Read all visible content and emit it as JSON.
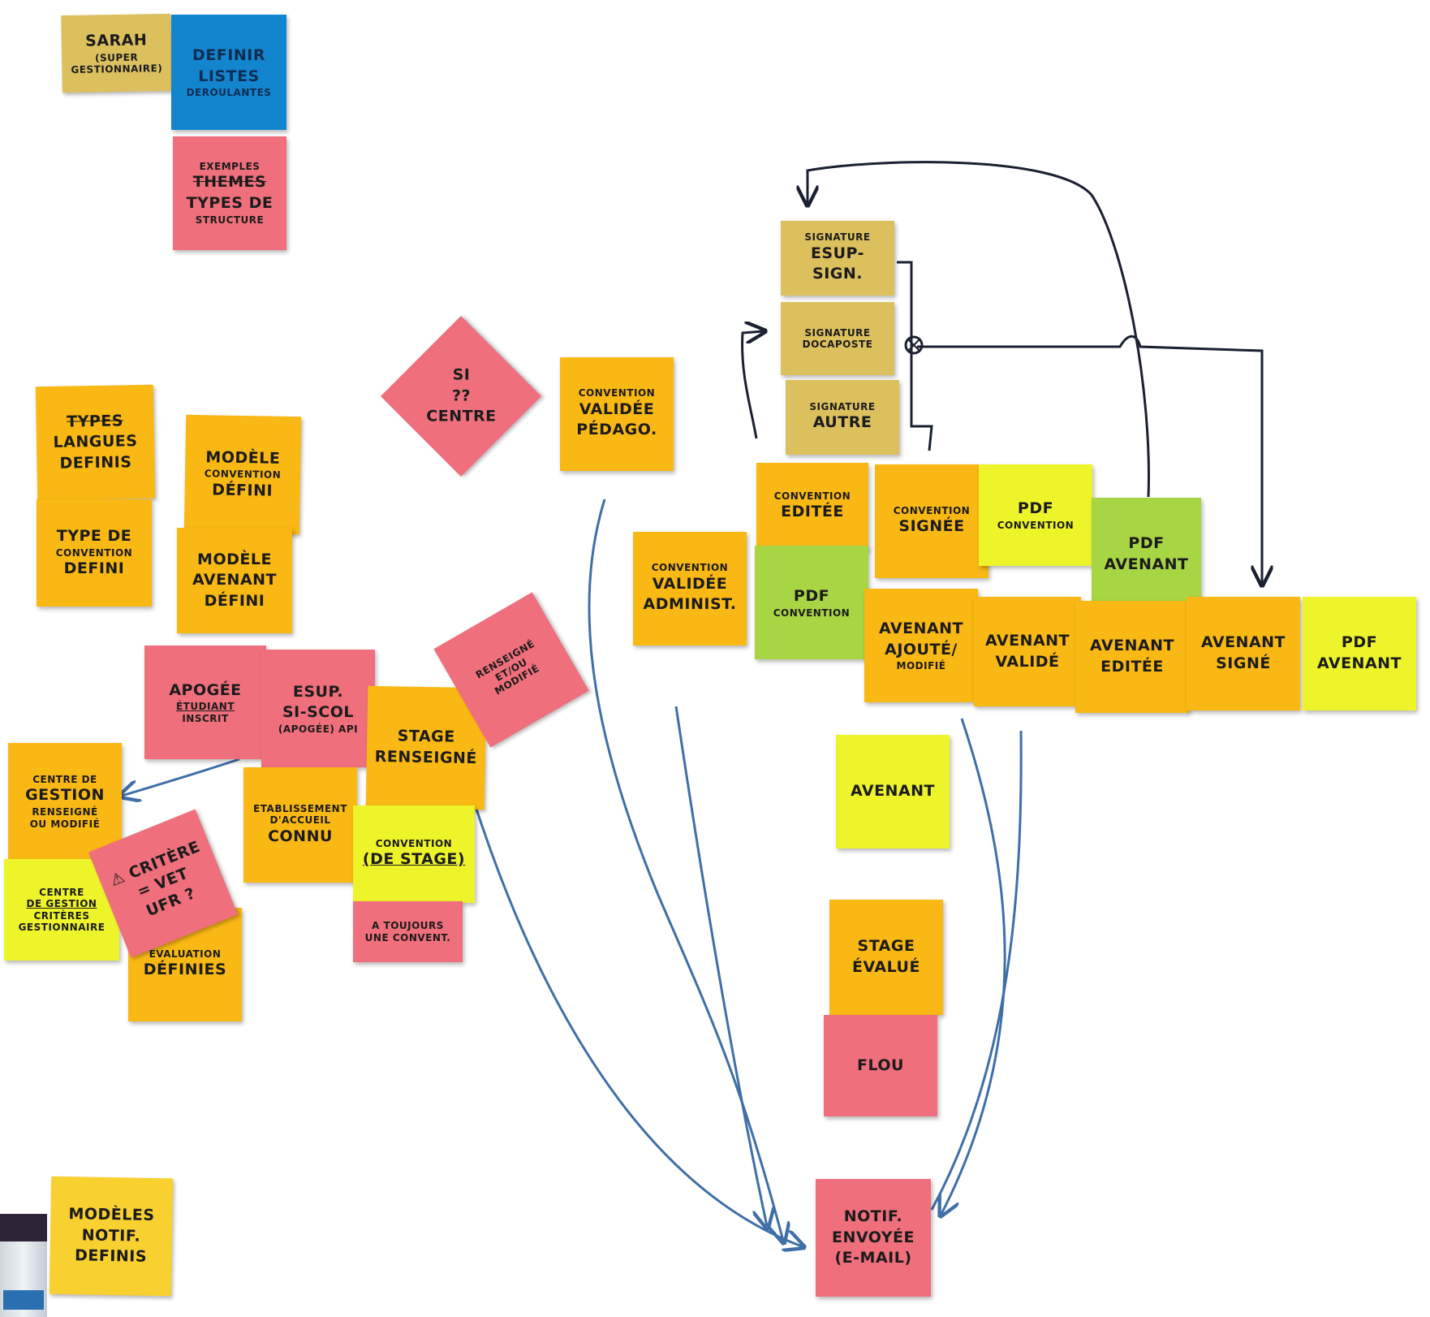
{
  "colors": {
    "orange": "#f9b813",
    "yellow": "#f8d030",
    "khaki": "#dcc05e",
    "pink": "#ef6f7c",
    "lime": "#eef42a",
    "green": "#a7d544",
    "blue": "#1385cf",
    "arrow_black": "#1a2030",
    "arrow_blue": "#3f6fa7"
  },
  "notes": [
    {
      "id": "sarah",
      "color": "khaki",
      "lines": [
        "SARAH",
        "(SUPER GESTIONNAIRE)"
      ]
    },
    {
      "id": "listes",
      "color": "blue",
      "lines": [
        "DEFINIR",
        "LISTES",
        "DEROULANTES"
      ]
    },
    {
      "id": "themes",
      "color": "pink",
      "lines": [
        "EXEMPLES",
        "THEMES",
        "TYPES DE",
        "STRUCTURE"
      ]
    },
    {
      "id": "langues",
      "color": "orange",
      "lines": [
        "TYPES",
        "LANGUES",
        "DEFINIS"
      ]
    },
    {
      "id": "type-conv",
      "color": "orange",
      "lines": [
        "TYPE DE",
        "CONVENTION",
        "DEFINI"
      ]
    },
    {
      "id": "modele-conv",
      "color": "orange",
      "lines": [
        "MODÈLE",
        "CONVENTION",
        "DÉFINI"
      ]
    },
    {
      "id": "modele-avenant",
      "color": "orange",
      "lines": [
        "MODÈLE",
        "AVENANT",
        "DÉFINI"
      ]
    },
    {
      "id": "si-centre",
      "color": "pink",
      "lines": [
        "SI",
        "??",
        "CENTRE"
      ]
    },
    {
      "id": "conv-pedago",
      "color": "orange",
      "lines": [
        "CONVENTION",
        "VALIDÉE",
        "PÉDAGO."
      ]
    },
    {
      "id": "sig-esup",
      "color": "khaki",
      "lines": [
        "SIGNATURE",
        "ESUP-SIGN."
      ]
    },
    {
      "id": "sig-doca",
      "color": "khaki",
      "lines": [
        "SIGNATURE",
        "DOCAPOSTE"
      ]
    },
    {
      "id": "sig-autre",
      "color": "khaki",
      "lines": [
        "SIGNATURE",
        "AUTRE"
      ]
    },
    {
      "id": "conv-editee",
      "color": "orange",
      "lines": [
        "CONVENTION",
        "EDITÉE"
      ]
    },
    {
      "id": "pdf-conv-1",
      "color": "green",
      "lines": [
        "PDF",
        "CONVENTION"
      ]
    },
    {
      "id": "conv-signee",
      "color": "orange",
      "lines": [
        "CONVENTION",
        "SIGNÉE"
      ]
    },
    {
      "id": "pdf-conv-2",
      "color": "lime",
      "lines": [
        "PDF",
        "CONVENTION"
      ]
    },
    {
      "id": "pdf-avenant-1",
      "color": "green",
      "lines": [
        "PDF",
        "AVENANT"
      ]
    },
    {
      "id": "conv-admin",
      "color": "orange",
      "lines": [
        "CONVENTION",
        "VALIDÉE",
        "ADMINIST."
      ]
    },
    {
      "id": "av-ajoute",
      "color": "orange",
      "lines": [
        "AVENANT",
        "AJOUTÉ/",
        "MODIFIÉ"
      ]
    },
    {
      "id": "av-valide",
      "color": "orange",
      "lines": [
        "AVENANT",
        "VALIDÉ"
      ]
    },
    {
      "id": "av-edite",
      "color": "orange",
      "lines": [
        "AVENANT",
        "EDITÉE"
      ]
    },
    {
      "id": "av-signe",
      "color": "orange",
      "lines": [
        "AVENANT",
        "SIGNÉ"
      ]
    },
    {
      "id": "pdf-avenant-2",
      "color": "lime",
      "lines": [
        "PDF",
        "AVENANT"
      ]
    },
    {
      "id": "avenant",
      "color": "lime",
      "lines": [
        "AVENANT"
      ]
    },
    {
      "id": "stage-evalue",
      "color": "orange",
      "lines": [
        "STAGE",
        "ÉVALUÉ"
      ]
    },
    {
      "id": "flou",
      "color": "pink",
      "lines": [
        "FLOU"
      ]
    },
    {
      "id": "notif",
      "color": "pink",
      "lines": [
        "NOTIF.",
        "ENVOYÉE",
        "(E-MAIL)"
      ]
    },
    {
      "id": "apogee",
      "color": "pink",
      "lines": [
        "APOGÉE",
        "ÉTUDIANT",
        "INSCRIT"
      ]
    },
    {
      "id": "esup-sisol",
      "color": "pink",
      "lines": [
        "ESUP.",
        "SI-SCOL",
        "(APOGÉE) API"
      ]
    },
    {
      "id": "stage-renseigne",
      "color": "orange",
      "lines": [
        "STAGE",
        "RENSEIGNÉ"
      ]
    },
    {
      "id": "renseigne-modifie",
      "color": "pink",
      "lines": [
        "RENSEIGNÉ",
        "ET/OU",
        "MODIFIÉ"
      ]
    },
    {
      "id": "etab-accueil",
      "color": "orange",
      "lines": [
        "ETABLISSEMENT",
        "D'ACCUEIL",
        "CONNU"
      ]
    },
    {
      "id": "conv-de-stage",
      "color": "lime",
      "lines": [
        "CONVENTION",
        "(DE STAGE)"
      ]
    },
    {
      "id": "toujours-conv",
      "color": "pink",
      "lines": [
        "A TOUJOURS",
        "UNE CONVENT."
      ]
    },
    {
      "id": "centre-gestion",
      "color": "orange",
      "lines": [
        "CENTRE DE",
        "GESTION",
        "RENSEIGNÉ",
        "OU MODIFIÉ"
      ]
    },
    {
      "id": "centre-criteres",
      "color": "lime",
      "lines": [
        "CENTRE",
        "DE GESTION",
        "CRITÈRES",
        "GESTIONNAIRE"
      ]
    },
    {
      "id": "evaluations",
      "color": "orange",
      "lines": [
        "ÉVALUATION",
        "DÉFINIES"
      ]
    },
    {
      "id": "critere",
      "color": "pink",
      "lines": [
        "⚠ CRITÈRE",
        "= VET",
        "UFR ?"
      ]
    },
    {
      "id": "modeles-notif",
      "color": "yellow",
      "lines": [
        "MODÈLES",
        "NOTIF.",
        "DEFINIS"
      ]
    }
  ]
}
